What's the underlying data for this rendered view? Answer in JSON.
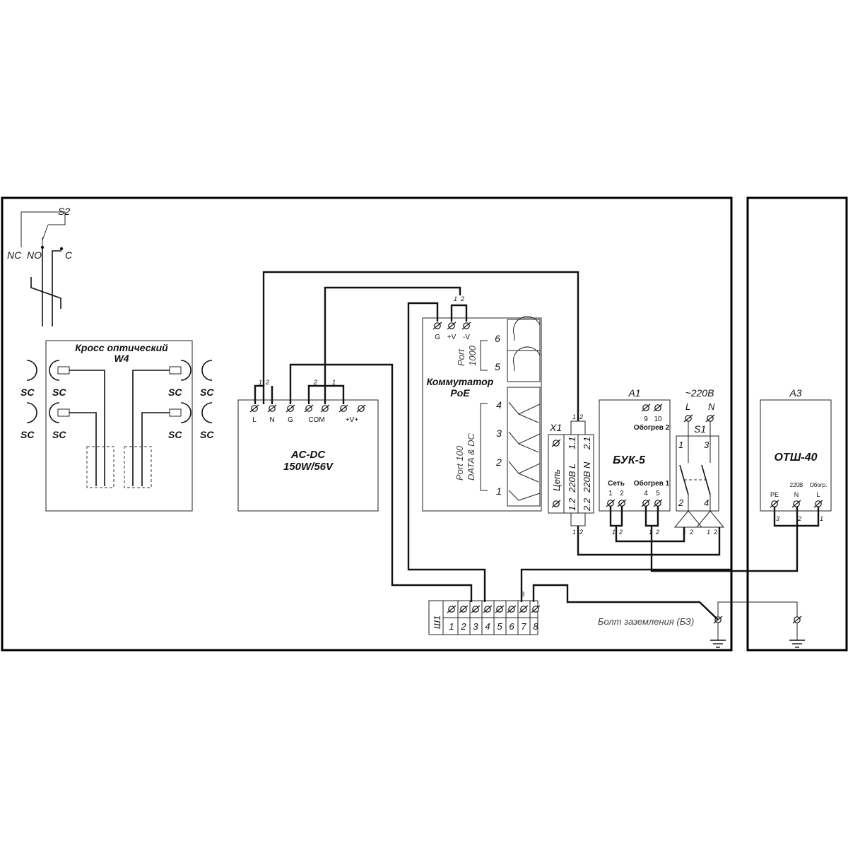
{
  "colors": {
    "line": "#111111",
    "background": "#ffffff"
  },
  "s2": {
    "designator": "S2",
    "nc": "NC",
    "no": "NO",
    "c": "C"
  },
  "cross": {
    "title1": "Кросс оптический",
    "title2": "W4",
    "sc": "SC"
  },
  "psu": {
    "name1": "AC-DC",
    "name2": "150W/56V",
    "terminals": [
      "L",
      "N",
      "G",
      "COM",
      "+V+"
    ],
    "pins": [
      "1",
      "2",
      "2",
      "1"
    ]
  },
  "switch": {
    "name1": "Коммутатор",
    "name2": "PoE",
    "terminals": [
      "G",
      "+V",
      "-V"
    ],
    "pins": [
      "1",
      "2"
    ],
    "port1000": [
      "Port",
      "1000"
    ],
    "port1000_nums": [
      "6",
      "5"
    ],
    "port100": [
      "Port 100",
      "DATA & DC"
    ],
    "port100_nums": [
      "4",
      "3",
      "2",
      "1"
    ]
  },
  "x1": {
    "designator": "X1",
    "left": [
      "Цепь"
    ],
    "mid": [
      "1.1",
      "220В L",
      "1.2"
    ],
    "right": [
      "2.1",
      "220В N",
      "2.2"
    ],
    "pins": [
      "1",
      "2"
    ]
  },
  "buk": {
    "designator": "A1",
    "name": "БУК-5",
    "top_nums": [
      "9",
      "10"
    ],
    "heat2": "Обогрев 2",
    "net": "Сеть",
    "heat1": "Обогрев 1",
    "bottom_nums": [
      "1",
      "2",
      "4",
      "5"
    ],
    "pins": [
      "1",
      "2"
    ]
  },
  "s1": {
    "supply": "~220В",
    "l": "L",
    "n": "N",
    "designator": "S1",
    "nums": [
      "1",
      "3",
      "2",
      "4"
    ],
    "pins": [
      "1",
      "2"
    ]
  },
  "otsh": {
    "designator": "A3",
    "name": "ОТШ-40",
    "terms": [
      "PE",
      "220В",
      "Обогр."
    ],
    "sub": [
      "N",
      "L"
    ],
    "pins": [
      "3",
      "2",
      "1"
    ]
  },
  "terminal_block": {
    "designator": "Ш1",
    "numbers": [
      "1",
      "2",
      "3",
      "4",
      "5",
      "6",
      "7",
      "8"
    ],
    "pin": "3"
  },
  "ground": {
    "label": "Болт заземления (БЗ)"
  }
}
